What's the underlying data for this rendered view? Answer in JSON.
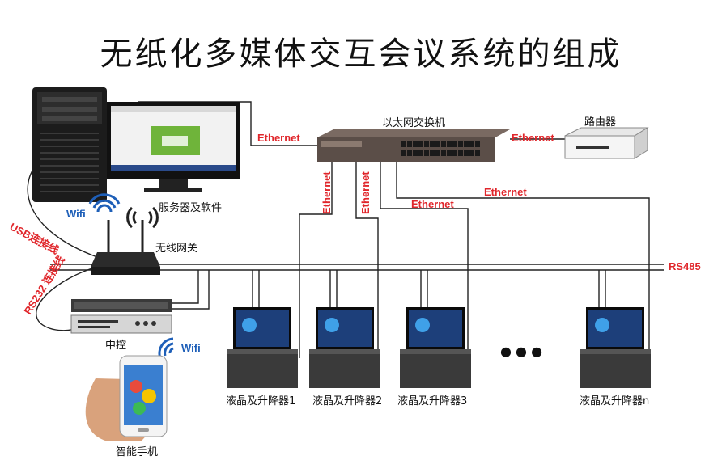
{
  "title": "无纸化多媒体交互会议系统的组成",
  "nodes": {
    "server": "服务器及软件",
    "switch": "以太网交换机",
    "router": "路由器",
    "gateway": "无线网关",
    "controller": "中控",
    "phone": "智能手机",
    "lcd": [
      "液晶及升降器1",
      "液晶及升降器2",
      "液晶及升降器3",
      "液晶及升降器n"
    ]
  },
  "links": {
    "ethernet": "Ethernet",
    "usb": "USB连接线",
    "rs232": "RS232 连接线",
    "rs485": "RS485",
    "wifi": "Wifi",
    "ellipsis": "● ● ●"
  },
  "colors": {
    "link_text": "#e0262b",
    "wifi": "#1e5fb8",
    "line": "#222222"
  }
}
